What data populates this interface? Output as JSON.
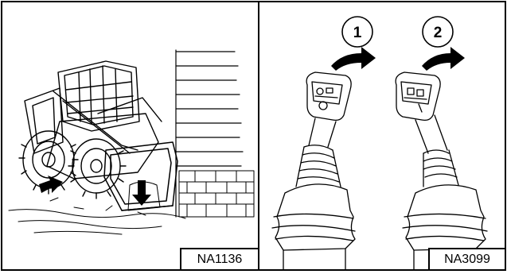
{
  "figures": {
    "left": {
      "label": "NA1136",
      "subject": "skid-steer-loader-bucket-lowered-against-wall"
    },
    "right": {
      "label": "NA3099",
      "callouts": [
        {
          "number": "1",
          "direction": "right"
        },
        {
          "number": "2",
          "direction": "right"
        }
      ]
    }
  },
  "colors": {
    "ink": "#000000",
    "background": "#ffffff"
  }
}
